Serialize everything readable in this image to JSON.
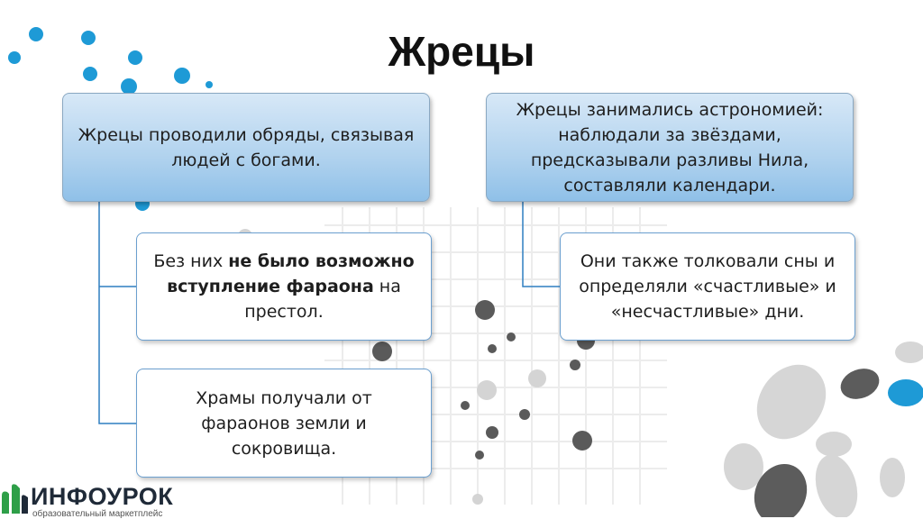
{
  "title": "Жрецы",
  "boxes": {
    "left_top": "Жрецы проводили обряды, связывая людей с богами.",
    "left_mid": {
      "part1": "Без них ",
      "bold": "не было возможно вступление фараона",
      "part2": " на престол."
    },
    "left_bottom": "Храмы получали от фараонов земли и сокровища.",
    "right_top": "Жрецы занимались астрономией: наблюдали за звёздами, предсказывали разливы Нила, составляли календари.",
    "right_mid": "Они также толковали сны и определяли «счастливые» и «несчастливые» дни."
  },
  "logo": {
    "name": "ИНФОУРОК",
    "subtitle": "образовательный маркетплейс"
  },
  "colors": {
    "blue_dots": "#1e9ad6",
    "gray_dark": "#555555",
    "gray_light": "#cfcfcf",
    "connector": "#2f7fc1",
    "box_border": "#6b9fcf"
  }
}
